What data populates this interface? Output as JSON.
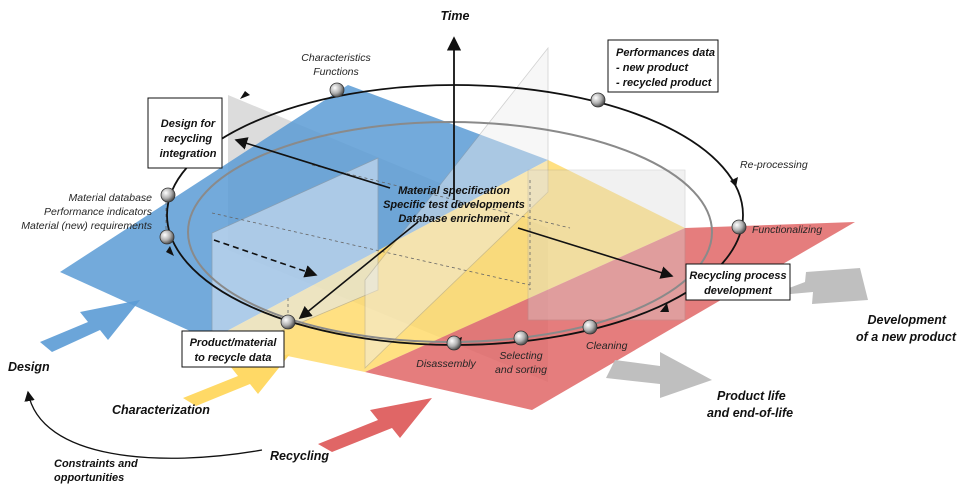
{
  "axis": {
    "time_label": "Time"
  },
  "boxes": {
    "design_for_recycling": [
      "Design for",
      "recycling",
      "integration"
    ],
    "performances_data": {
      "title": "Performances data",
      "items": [
        "- new product",
        "- recycled product"
      ]
    },
    "recycling_process_development": [
      "Recycling process",
      "development"
    ],
    "product_material_data": [
      "Product/material",
      "to recycle data"
    ]
  },
  "center_text": [
    "Material specification",
    "Specific test developments",
    "Database enrichment"
  ],
  "cycle_labels": {
    "characteristics": [
      "Characteristics",
      "Functions"
    ],
    "material_database": [
      "Material database",
      "Performance indicators",
      "Material (new) requirements"
    ],
    "re_processing": "Re-processing",
    "functionalizing": "Functionalizing",
    "cleaning": "Cleaning",
    "selecting": [
      "Selecting",
      "and sorting"
    ],
    "disassembly": "Disassembly"
  },
  "plane_labels": {
    "design": "Design",
    "characterization": "Characterization",
    "recycling": "Recycling",
    "constraints": [
      "Constraints and",
      "opportunities"
    ],
    "development": [
      "Development",
      "of a new product"
    ],
    "product_life": [
      "Product life",
      "and end-of-life"
    ]
  },
  "colors": {
    "design_blue": "#5b9bd5",
    "characterization_yellow": "#ffd966",
    "recycling_red": "#e06666",
    "gray_panel": "#bfbfbf"
  }
}
